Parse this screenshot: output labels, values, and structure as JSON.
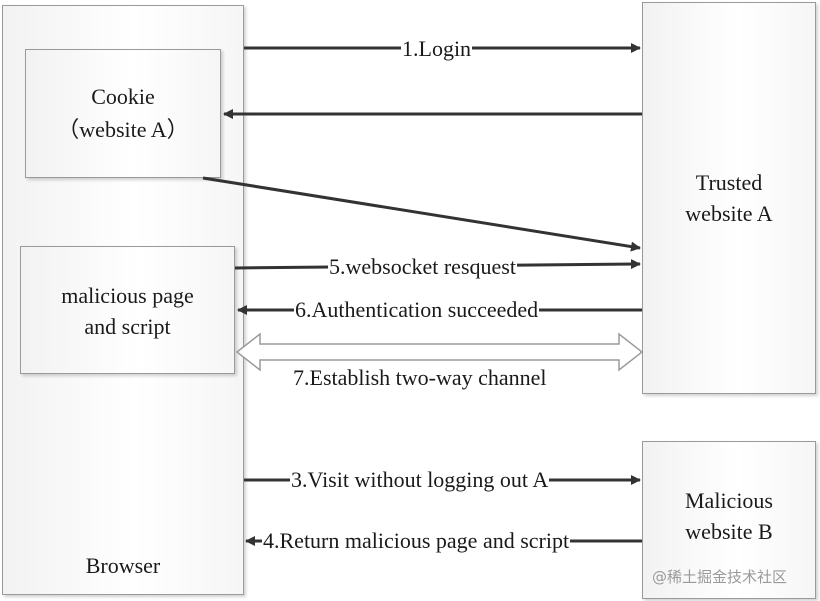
{
  "nodes": {
    "browser": "Browser",
    "cookie_line1": "Cookie",
    "cookie_line2": "（website A）",
    "malicious_page_line1": "malicious page",
    "malicious_page_line2": "and script",
    "trusted_line1": "Trusted",
    "trusted_line2": "website A",
    "malicious_site_line1": "Malicious",
    "malicious_site_line2": "website B"
  },
  "edges": {
    "login": "1.Login",
    "ws_request": "5.websocket resquest",
    "auth_ok": "6.Authentication succeeded",
    "two_way": "7.Establish two-way channel",
    "visit": "3.Visit without logging out A",
    "return_page": "4.Return malicious page and script"
  },
  "watermark": "@稀土掘金技术社区",
  "colors": {
    "stroke": "#333333",
    "box_border": "#9a9a9a",
    "text": "#1a1a1a"
  }
}
